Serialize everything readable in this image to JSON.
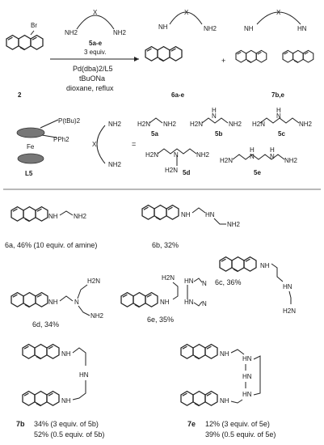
{
  "reaction": {
    "reagent_name": "5a-e",
    "reagent_X": "X",
    "reagent_NH2_left": "NH2",
    "reagent_NH2_right": "NH2",
    "reagent_equiv": "3 equiv.",
    "catalyst": "Pd(dba)2/L5",
    "base": "tBuONa",
    "conditions": "dioxane, reflux",
    "sm_label": "2",
    "sm_substituent": "Br",
    "product1_label": "6a-e",
    "product2_label": "7b,e",
    "plus": "+",
    "ligand_label": "L5",
    "ligand_P1": "P(tBu)2",
    "ligand_P2": "PPh2",
    "ligand_metal": "Fe",
    "equals": "=",
    "amine_labels": [
      "5a",
      "5b",
      "5c",
      "5d",
      "5e"
    ]
  },
  "results": [
    {
      "id": "6a",
      "caption": "6a, 46% (10 equiv. of amine)"
    },
    {
      "id": "6b",
      "caption": "6b, 32%"
    },
    {
      "id": "6c",
      "caption": "6c, 36%"
    },
    {
      "id": "6d",
      "caption": "6d, 34%"
    },
    {
      "id": "6e",
      "caption": "6e, 35%"
    },
    {
      "id": "7b",
      "label": "7b",
      "line1": "34% (3 equiv. of 5b)",
      "line2": "52% (0.5 equiv. of 5b)"
    },
    {
      "id": "7e",
      "label": "7e",
      "line1": "12% (3 equiv. of 5e)",
      "line2": "39% (0.5 equiv. of 5e)"
    }
  ],
  "atom_labels": {
    "nh": "NH",
    "nh2": "NH2",
    "hn": "HN",
    "h2n": "H2N",
    "n": "N",
    "h": "H"
  }
}
